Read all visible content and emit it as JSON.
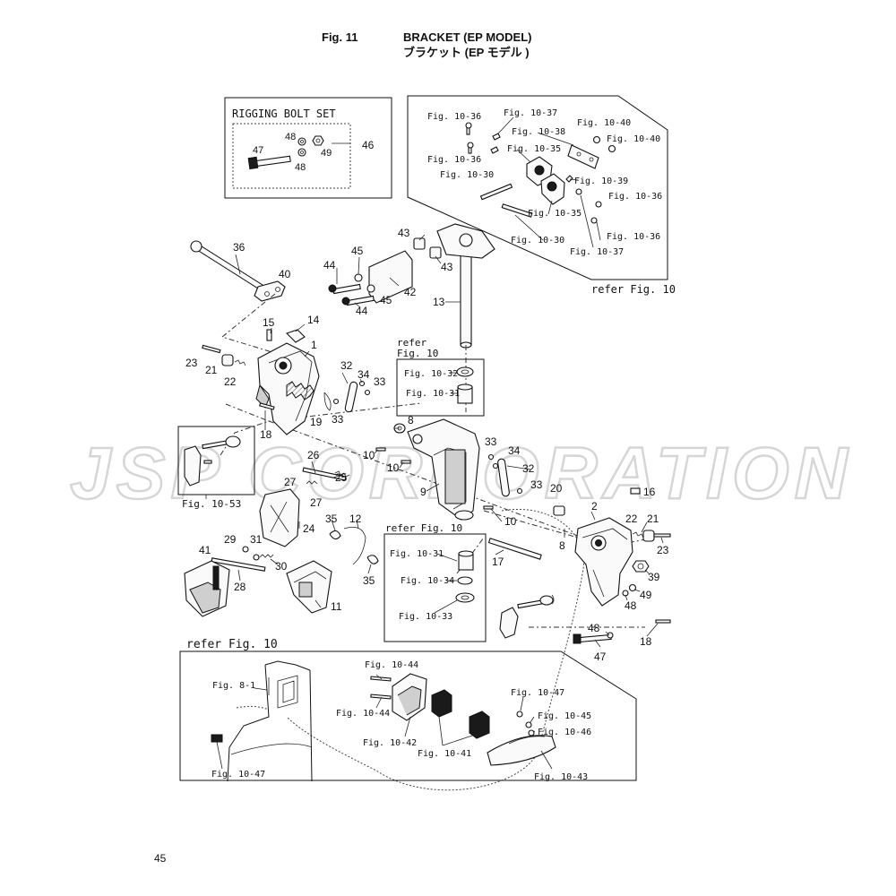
{
  "header": {
    "fig_no": "Fig. 11",
    "title_en": "BRACKET (EP MODEL)",
    "title_jp": "ブラケット (EP モデル )"
  },
  "watermark": "JSP CORPORATION",
  "page_number": "45",
  "boxes": {
    "rigging_bolt_set": "RIGGING BOLT SET",
    "top_right_refer": "refer Fig. 10",
    "bottom_refer": "refer Fig. 10",
    "mid_refer_line1": "refer",
    "mid_refer_line2": "Fig. 10",
    "lower_mid_refer": "refer Fig. 10"
  },
  "callouts": {
    "c47a": "47",
    "c48a": "48",
    "c48b": "48",
    "c49a": "49",
    "c46": "46",
    "r36a": "Fig. 10-36",
    "r37a": "Fig. 10-37",
    "r38": "Fig. 10-38",
    "r40a": "Fig. 10-40",
    "r40b": "Fig. 10-40",
    "r36b": "Fig. 10-36",
    "r35a": "Fig. 10-35",
    "r30a": "Fig. 10-30",
    "r39": "Fig. 10-39",
    "r36c": "Fig. 10-36",
    "r35b": "Fig. 10-35",
    "r36d": "Fig. 10-36",
    "r30b": "Fig. 10-30",
    "r37b": "Fig. 10-37",
    "c36": "36",
    "c40": "40",
    "c43a": "43",
    "c43b": "43",
    "c45a": "45",
    "c44a": "44",
    "c42": "42",
    "c45b": "45",
    "c44b": "44",
    "c13": "13",
    "c15": "15",
    "c14": "14",
    "c1": "1",
    "c23a": "23",
    "c21a": "21",
    "c22a": "22",
    "c32a": "32",
    "c34a": "34",
    "c33a": "33",
    "c19": "19",
    "c33b": "33",
    "c18a": "18",
    "m32": "Fig. 10-32",
    "m31": "Fig. 10-31",
    "c8a": "8",
    "c10a": "10",
    "c10b": "10",
    "c33c": "33",
    "c34b": "34",
    "c32b": "32",
    "c33d": "33",
    "c9": "9",
    "c10c": "10",
    "c26": "26",
    "c27a": "27",
    "c25": "25",
    "c27b": "27",
    "c20": "20",
    "c16": "16",
    "f53": "Fig. 10-53",
    "c24": "24",
    "c35a": "35",
    "c12": "12",
    "c29": "29",
    "c31": "31",
    "c30": "30",
    "c41": "41",
    "c28": "28",
    "c35b": "35",
    "c11": "11",
    "l31": "Fig. 10-31",
    "l34": "Fig. 10-34",
    "l33": "Fig. 10-33",
    "c17": "17",
    "c2": "2",
    "c22b": "22",
    "c21b": "21",
    "c23b": "23",
    "c8b": "8",
    "c39": "39",
    "c49b": "49",
    "c48c": "48",
    "c48d": "48",
    "c18b": "18",
    "c47b": "47",
    "b81": "Fig. 8-1",
    "b44a": "Fig. 10-44",
    "b44b": "Fig. 10-44",
    "b42": "Fig. 10-42",
    "b41": "Fig. 10-41",
    "b47a": "Fig. 10-47",
    "b45": "Fig. 10-45",
    "b46": "Fig. 10-46",
    "b43": "Fig. 10-43",
    "b47b": "Fig. 10-47"
  }
}
